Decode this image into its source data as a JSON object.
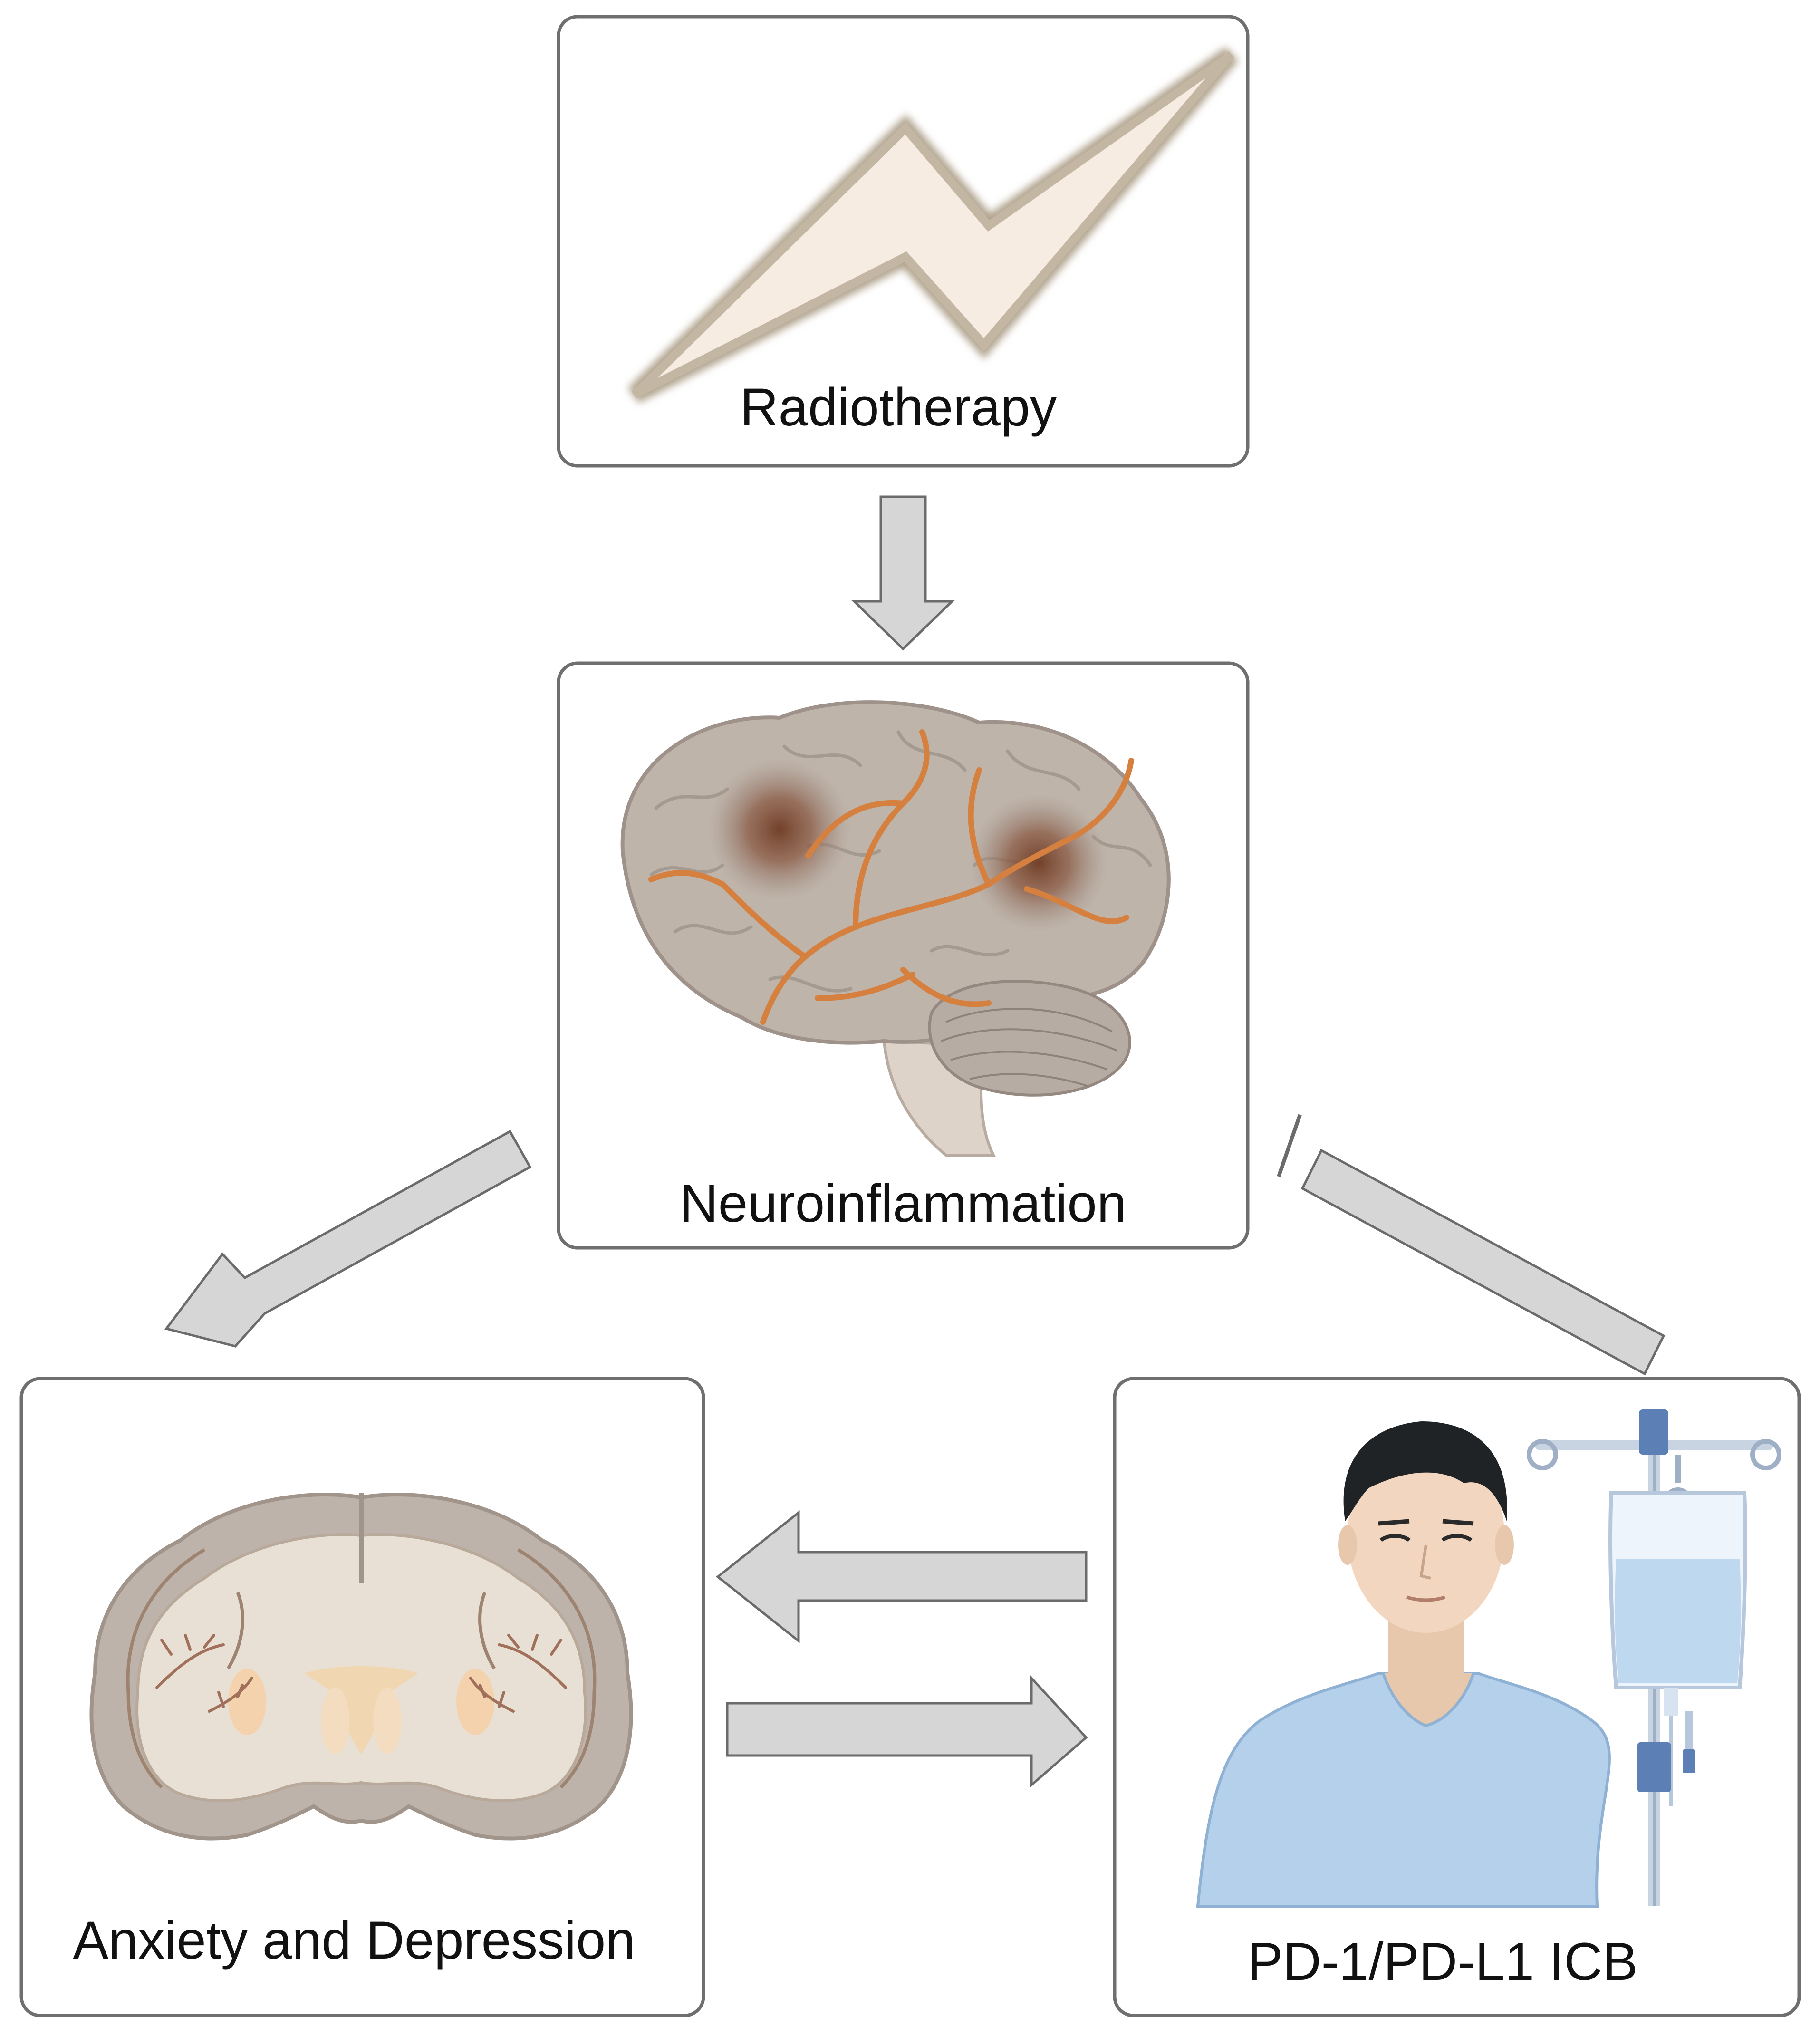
{
  "diagram": {
    "nodes": {
      "radiotherapy": {
        "label": "Radiotherapy"
      },
      "neuroinflammation": {
        "label": "Neuroinflammation"
      },
      "anxiety_depression": {
        "label": "Anxiety and Depression"
      },
      "icb": {
        "label": "PD-1/PD-L1 ICB"
      }
    },
    "edges": [
      {
        "from": "radiotherapy",
        "to": "neuroinflammation",
        "type": "activates"
      },
      {
        "from": "neuroinflammation",
        "to": "anxiety_depression",
        "type": "activates"
      },
      {
        "from": "icb",
        "to": "neuroinflammation",
        "type": "inhibits"
      },
      {
        "from": "icb",
        "to": "anxiety_depression",
        "type": "activates"
      },
      {
        "from": "anxiety_depression",
        "to": "icb",
        "type": "activates"
      }
    ]
  },
  "colors": {
    "box_border": "#6f6f6f",
    "arrow_fill": "#d6d6d6",
    "arrow_stroke": "#6b6b6b",
    "lightning_fill": "#f5ebdf",
    "lightning_stroke": "#b2a590",
    "brain_fill": "#bfb4aa",
    "vessel": "#d5803f",
    "gown": "#b4d0ea",
    "iv_fluid": "#bed8f0",
    "clamp": "#5c7fb6"
  },
  "icons": [
    "lightning-icon",
    "brain-icon",
    "coronal-brain-icon",
    "patient-icon",
    "iv-drip-icon"
  ]
}
